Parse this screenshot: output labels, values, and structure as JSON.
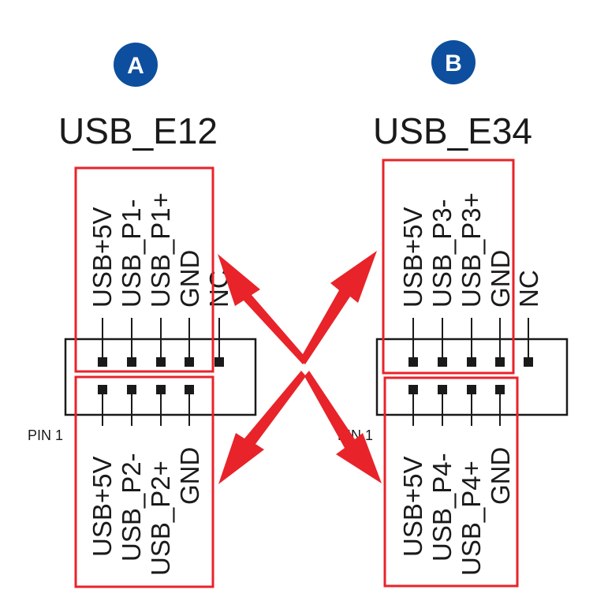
{
  "colors": {
    "badge": "#0d4f9e",
    "highlight": "#e8232a",
    "arrow": "#e8232a",
    "line": "#1a1a1a"
  },
  "headers": [
    {
      "badge": "A",
      "title": "USB_E12",
      "top_labels": [
        "USB+5V",
        "USB_P1-",
        "USB_P1+",
        "GND",
        "NC"
      ],
      "bottom_labels": [
        "USB+5V",
        "USB_P2-",
        "USB_P2+",
        "GND"
      ],
      "pin1_label": "PIN 1"
    },
    {
      "badge": "B",
      "title": "USB_E34",
      "top_labels": [
        "USB+5V",
        "USB_P3-",
        "USB_P3+",
        "GND",
        "NC"
      ],
      "bottom_labels": [
        "USB+5V",
        "USB_P4-",
        "USB_P4+",
        "GND"
      ],
      "pin1_label": "PIN 1"
    }
  ]
}
